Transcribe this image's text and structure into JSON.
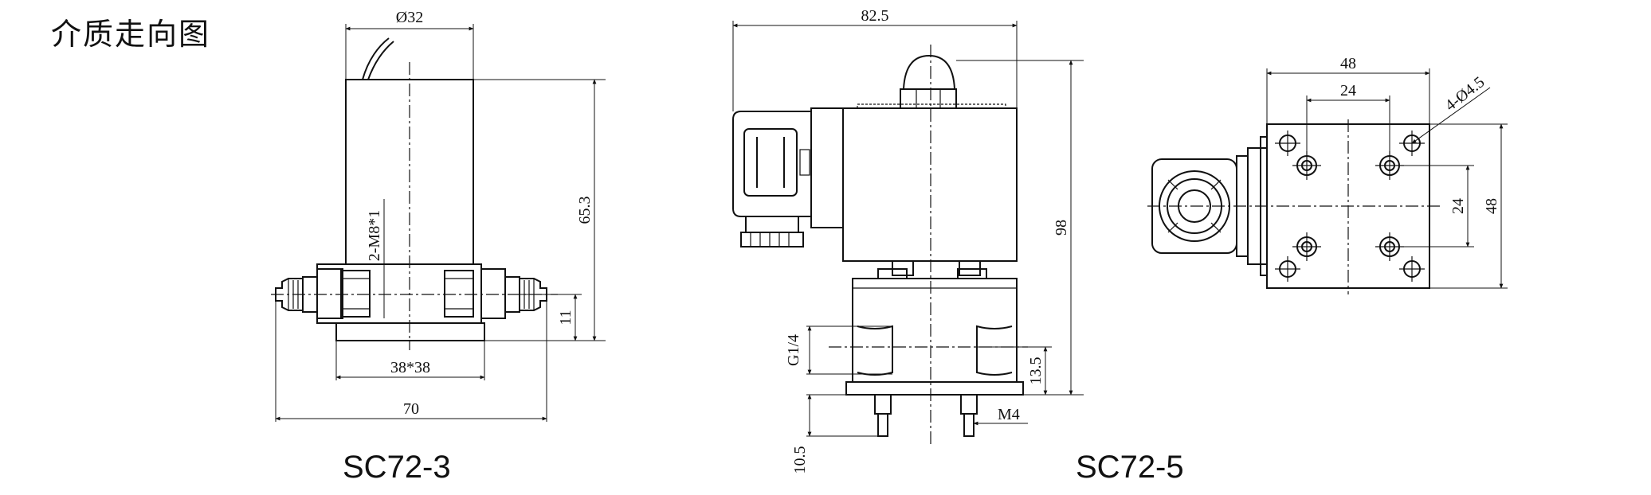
{
  "title": "介质走向图",
  "models": [
    "SC72-3",
    "SC72-5"
  ],
  "dims": {
    "a_diameter": "Ø32",
    "a_height": "65.3",
    "a_thread": "2-M8*1",
    "a_11": "11",
    "a_base": "38*38",
    "a_width": "70",
    "b_width": "82.5",
    "b_height": "98",
    "b_g14": "G1/4",
    "b_135": "13.5",
    "b_m4": "M4",
    "b_105": "10.5",
    "c_48top": "48",
    "c_24top": "24",
    "c_holes": "4-Ø4.5",
    "c_24right": "24",
    "c_48right": "48"
  }
}
